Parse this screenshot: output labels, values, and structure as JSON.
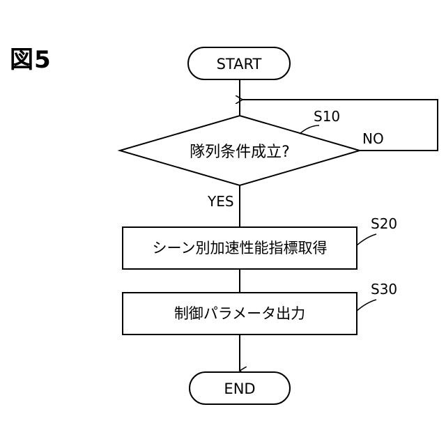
{
  "figure_label": "図5",
  "nodes": {
    "start": "START",
    "decision": "隊列条件成立?",
    "step_s20": "シーン別加速性能指標取得",
    "step_s30": "制御パラメータ出力",
    "end": "END"
  },
  "step_labels": {
    "s10": "S10",
    "s20": "S20",
    "s30": "S30"
  },
  "branches": {
    "yes": "YES",
    "no": "NO"
  }
}
